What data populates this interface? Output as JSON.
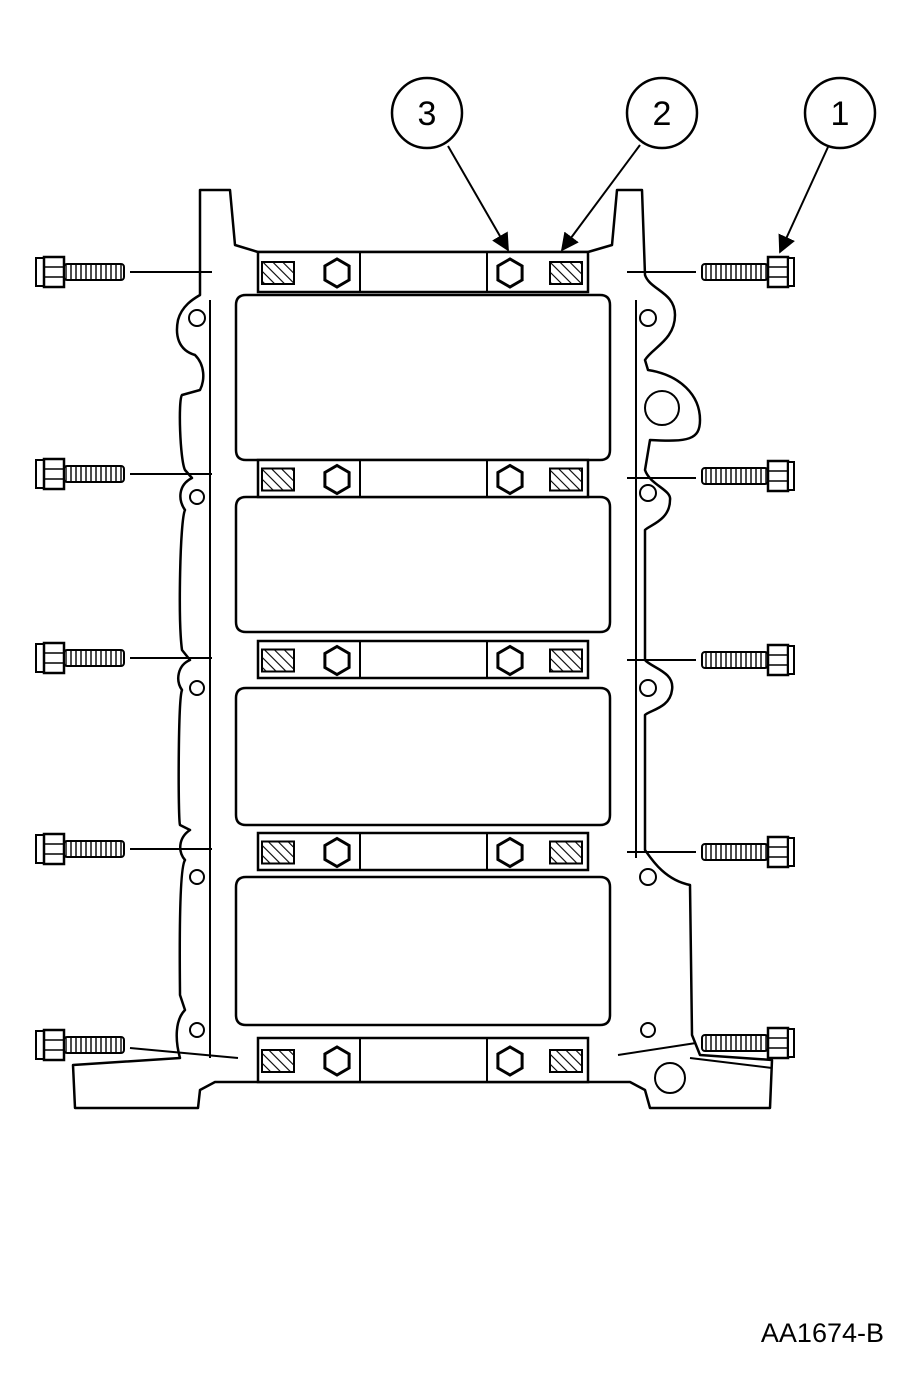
{
  "callouts": [
    {
      "id": "1",
      "label": "1"
    },
    {
      "id": "2",
      "label": "2"
    },
    {
      "id": "3",
      "label": "3"
    }
  ],
  "figure_code": "AA1674-B",
  "colors": {
    "ink": "#000000",
    "paper": "#ffffff"
  }
}
